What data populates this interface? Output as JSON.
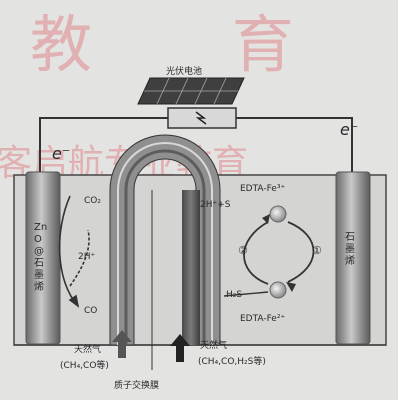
{
  "watermark": {
    "top": "教 育",
    "middle": "客启航专业教育"
  },
  "solar_cell": {
    "label": "光伏电池"
  },
  "electrodes": {
    "left": "ZnO@石墨烯",
    "right": "石墨烯"
  },
  "electron_left": "e⁻",
  "electron_right": "e⁻",
  "left_chamber": {
    "co2": "CO₂",
    "h_plus": "2H⁺",
    "co": "CO"
  },
  "right_chamber": {
    "edta_fe3": "EDTA-Fe³⁺",
    "reaction": "2H⁺+S",
    "step1": "①",
    "step2": "②",
    "h2s": "H₂S",
    "edta_fe2": "EDTA-Fe²⁺"
  },
  "bottom": {
    "gas_left": "天然气",
    "gas_left_formula": "(CH₄,CO等)",
    "gas_right": "天然气",
    "gas_right_formula": "(CH₄,CO,H₂S等)",
    "membrane": "质子交换膜"
  }
}
